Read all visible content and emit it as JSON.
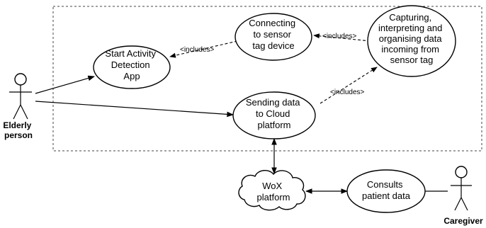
{
  "actors": {
    "elderly": [
      "Elderly",
      "person"
    ],
    "caregiver": [
      "Caregiver"
    ]
  },
  "use_cases": {
    "start_app": [
      "Start Activity",
      "Detection",
      "App"
    ],
    "connect_sensor": [
      "Connecting",
      "to sensor",
      "tag device"
    ],
    "capture_data": [
      "Capturing,",
      "interpreting and",
      "organising data",
      "incoming from",
      "sensor tag"
    ],
    "send_cloud": [
      "Sending data",
      "to Cloud",
      "platform"
    ],
    "consults": [
      "Consults",
      "patient data"
    ]
  },
  "cloud": {
    "wox": [
      "WoX",
      "platform"
    ]
  },
  "relations": {
    "includes_1": "<includes>",
    "includes_2": "<includes>",
    "includes_3": "<includes>"
  }
}
